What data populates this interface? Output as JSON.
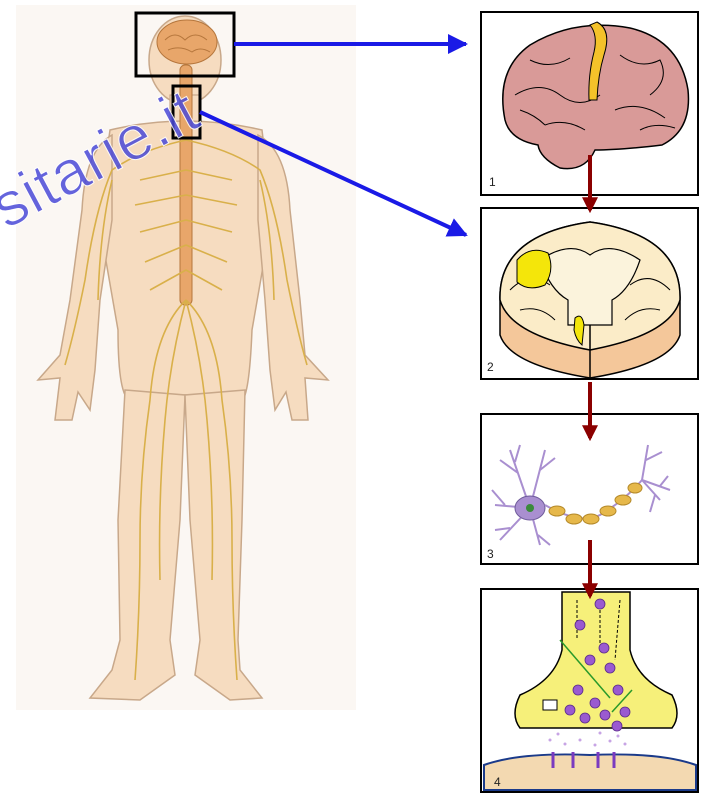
{
  "watermark": "sitarie.it",
  "panels": [
    {
      "number": "1"
    },
    {
      "number": "2"
    },
    {
      "number": "3"
    },
    {
      "number": "4"
    }
  ],
  "colors": {
    "zoom_arrow": "#1a1ae6",
    "flow_arrow": "#8b0000",
    "skin": "#f6dcc0",
    "nerve": "#d9b04a",
    "brain": "#d99a98",
    "highlight": "#f4e60a",
    "neuron": "#a98fd0",
    "synapse_fill": "#f6f07a"
  }
}
